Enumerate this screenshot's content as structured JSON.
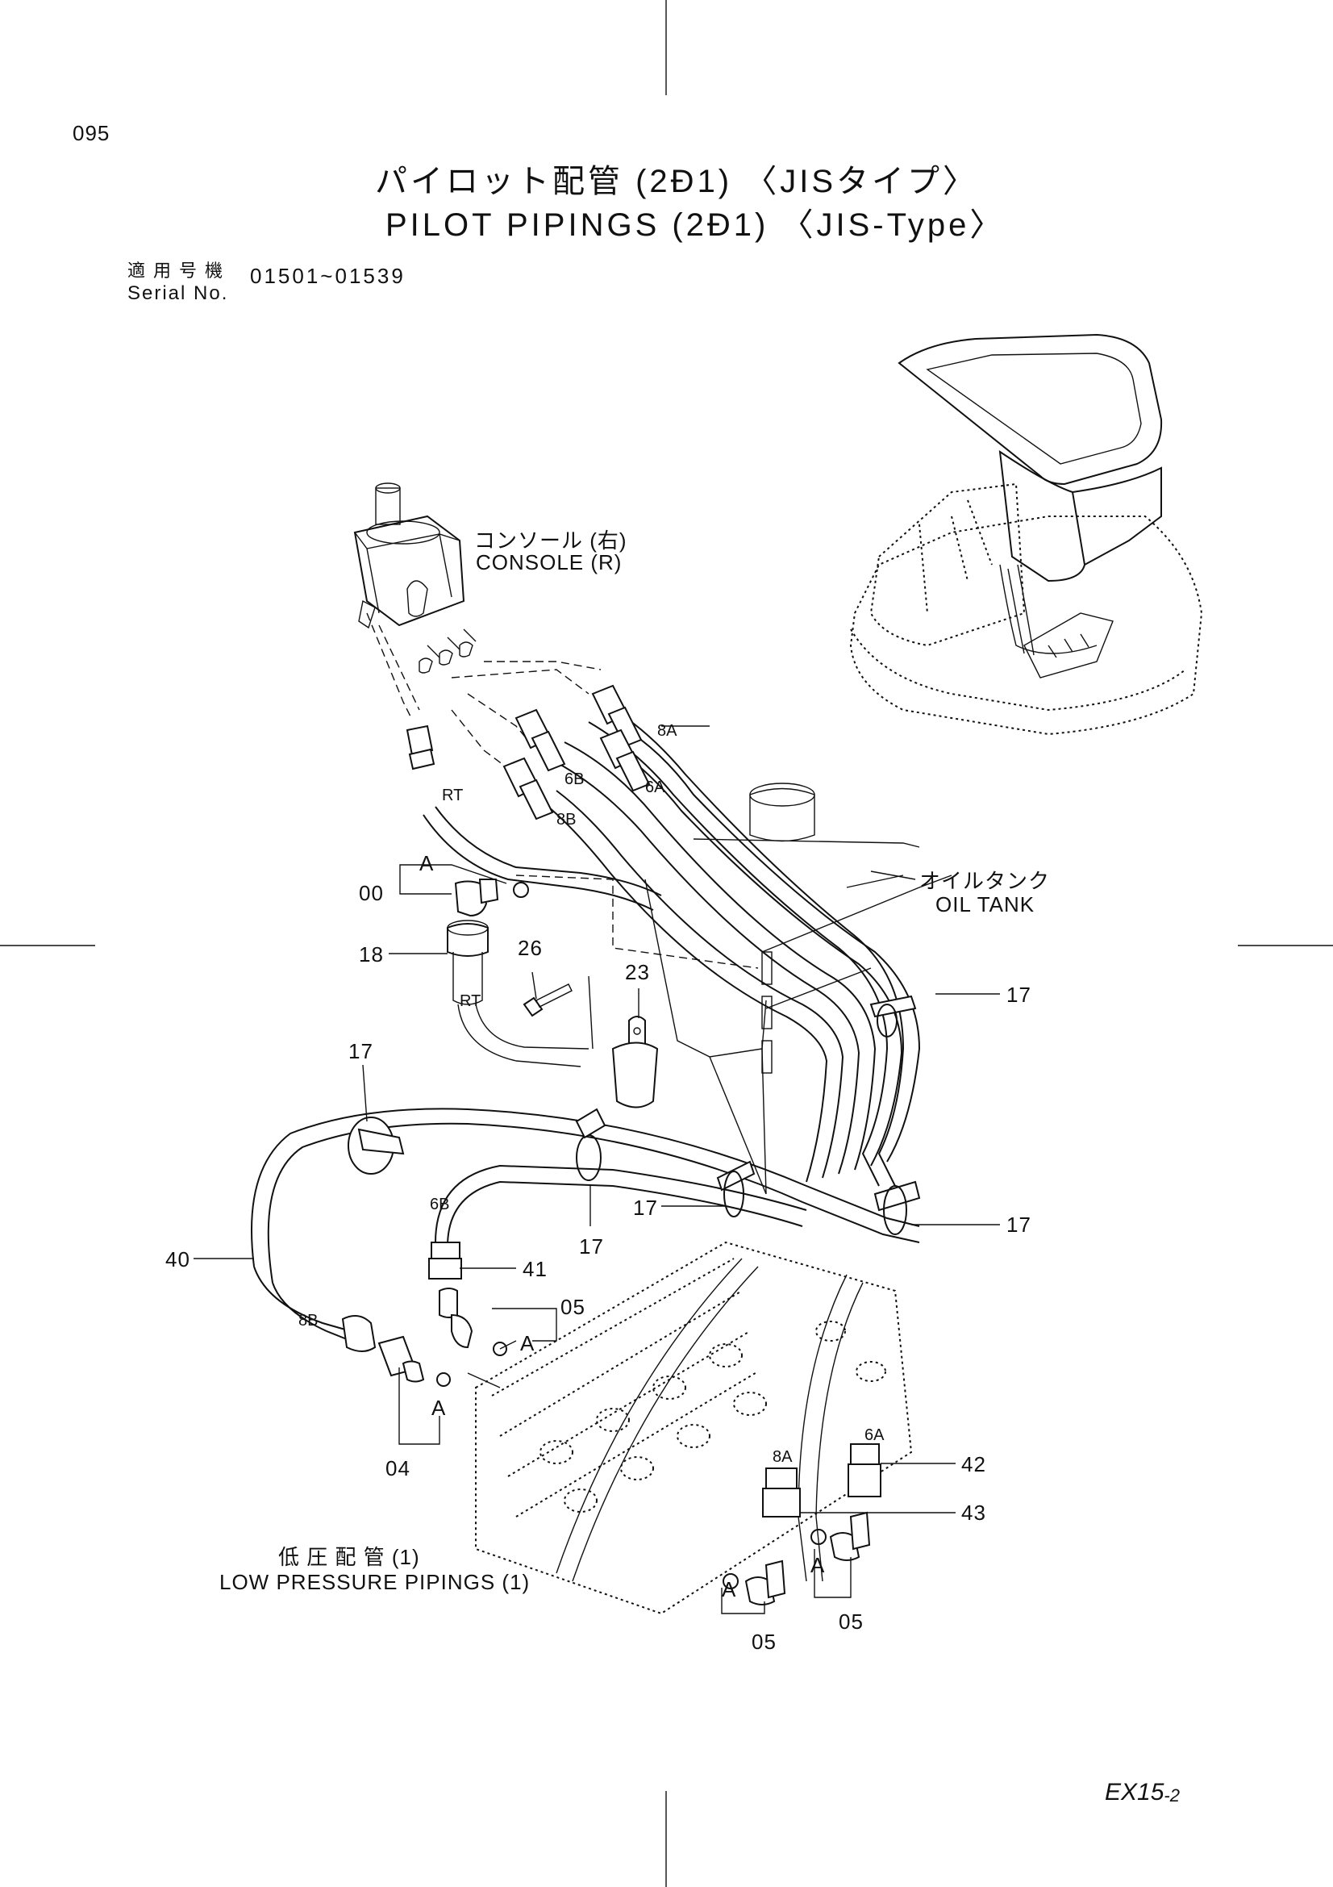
{
  "page_number": "095",
  "title_jp": "パイロット配管 (2Ð1) 〈JISタイプ〉",
  "title_en": "PILOT PIPINGS (2Ð1) 〈JIS-Type〉",
  "serial": {
    "label_jp": "適用号機",
    "label_en": "Serial No.",
    "value": "01501~01539"
  },
  "labels": {
    "console_jp": "コンソール (右)",
    "console_en": "CONSOLE (R)",
    "oil_tank_jp": "オイルタンク",
    "oil_tank_en": "OIL TANK",
    "low_pressure_jp": "低 圧 配 管 (1)",
    "low_pressure_en": "LOW PRESSURE PIPINGS (1)"
  },
  "hose_tags": {
    "8A_top": "8A",
    "6B_top": "6B",
    "6A_top": "6A",
    "8B_top": "8B",
    "RT_top": "RT",
    "RT_mid": "RT",
    "6B_low": "6B",
    "8B_low": "8B",
    "8A_low": "8A",
    "6A_low": "6A"
  },
  "view_markers": {
    "a1": "A",
    "a2": "A",
    "a3": "A",
    "a4": "A",
    "a5": "A",
    "a6": "A"
  },
  "part_numbers": {
    "p00": "00",
    "p18": "18",
    "p26": "26",
    "p23": "23",
    "p17_right_top": "17",
    "p17_left": "17",
    "p17_mid_low": "17",
    "p17_center": "17",
    "p17_right_low": "17",
    "p40": "40",
    "p41": "41",
    "p05_upper": "05",
    "p04": "04",
    "p42": "42",
    "p43": "43",
    "p05_bottom_left": "05",
    "p05_bottom_right": "05"
  },
  "footer": {
    "model": "EX15",
    "suffix": "-2"
  }
}
